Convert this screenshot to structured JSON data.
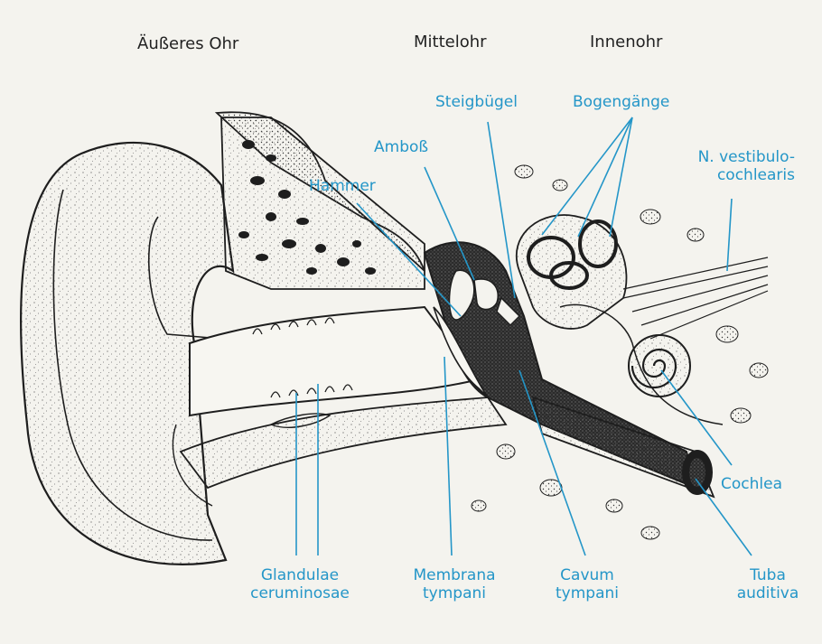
{
  "headings": {
    "outer": "Äußeres Ohr",
    "middle": "Mittelohr",
    "inner": "Innenohr"
  },
  "labels": {
    "steigbuegel": "Steigbügel",
    "bogengaenge": "Bogengänge",
    "amboss": "Amboß",
    "hammer": "Hammer",
    "nerve_1": "N. vestibulo-",
    "nerve_2": "cochlearis",
    "cochlea": "Cochlea",
    "glandulae_1": "Glandulae",
    "glandulae_2": "ceruminosae",
    "membrana_1": "Membrana",
    "membrana_2": "tympani",
    "cavum_1": "Cavum",
    "cavum_2": "tympani",
    "tuba_1": "Tuba",
    "tuba_2": "auditiva"
  },
  "colors": {
    "label": "#2496c8",
    "ink": "#1e1e1e",
    "paper": "#f4f3ee"
  }
}
